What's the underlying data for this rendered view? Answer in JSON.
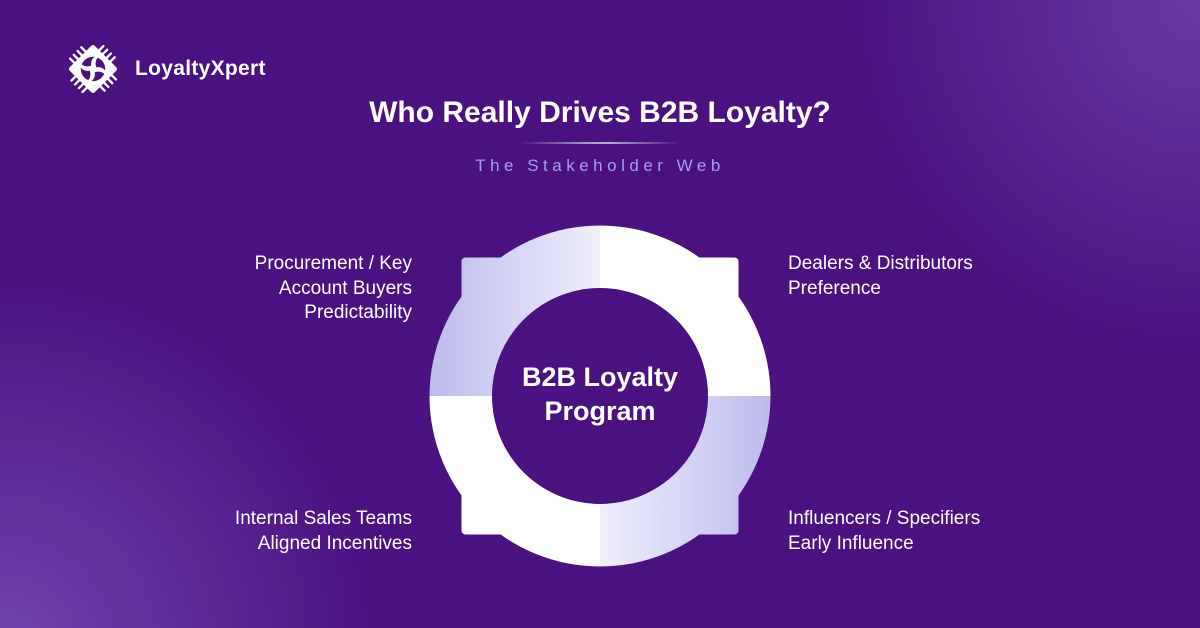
{
  "colors": {
    "background": "#4a1181",
    "corner_glow": "#6a4bb0",
    "ring_white": "#ffffff",
    "ring_lavender_dark": "#aeace8",
    "ring_lavender_light": "#efeffc",
    "subtitle_text": "#a99fe6",
    "divider": "#a393c5",
    "text": "#ffffff"
  },
  "header": {
    "brand": "LoyaltyXpert",
    "logo_icon": "hands-diamond-icon"
  },
  "title": "Who Really Drives B2B Loyalty?",
  "subtitle": "The Stakeholder Web",
  "diagram": {
    "type": "hub-ring",
    "center_label": "B2B Loyalty Program",
    "stakeholders": [
      {
        "position": "top-left",
        "name": "Procurement / Key Account Buyers",
        "benefit": "Predictability"
      },
      {
        "position": "top-right",
        "name": "Dealers & Distributors",
        "benefit": "Preference"
      },
      {
        "position": "bottom-left",
        "name": "Internal Sales Teams",
        "benefit": "Aligned Incentives"
      },
      {
        "position": "bottom-right",
        "name": "Influencers / Specifiers",
        "benefit": "Early Influence"
      }
    ]
  }
}
